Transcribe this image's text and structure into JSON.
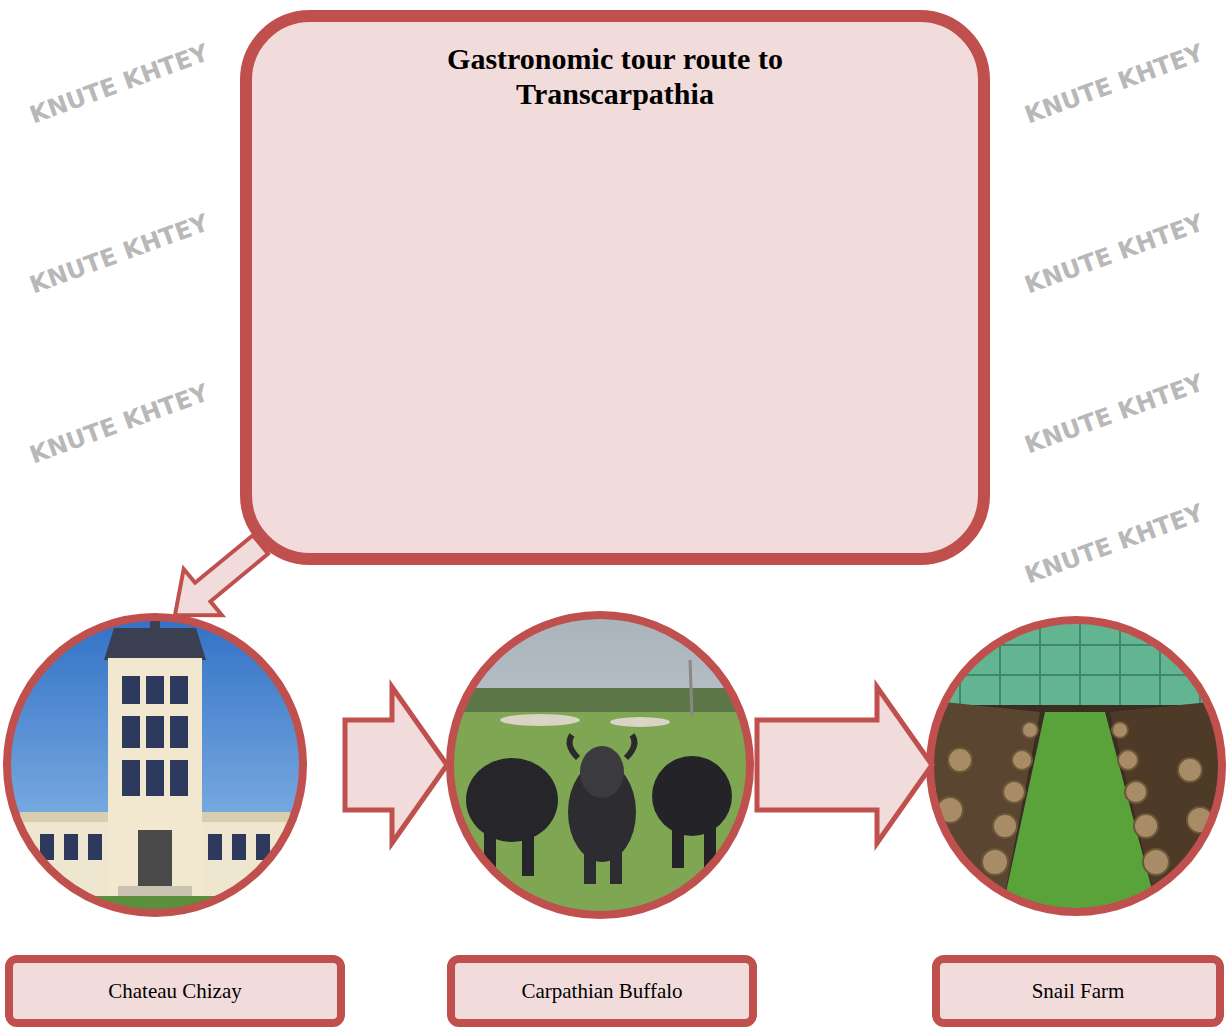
{
  "diagram": {
    "nodes": [
      {
        "text": [
          "Gastronomic tour route to Transcarpathia"
        ]
      },
      {
        "text": [
          "Chateau Chizay"
        ]
      },
      {
        "text": [
          "Carpathian Buffalo"
        ]
      },
      {
        "text": [
          "Snail Farm"
        ]
      }
    ],
    "edges": [
      {
        "from": 0,
        "to": 1,
        "arrow": "to"
      },
      {
        "from": 1,
        "to": 2,
        "arrow": "to"
      },
      {
        "from": 2,
        "to": 3,
        "arrow": "to"
      }
    ],
    "labels": [
      "KNUTE KHTEY",
      "KNUTE KHTEY",
      "KNUTE KHTEY",
      "KNUTE KHTEY",
      "KNUTE KHTEY",
      "KNUTE KHTEY",
      "KNUTE KHTEY"
    ]
  }
}
